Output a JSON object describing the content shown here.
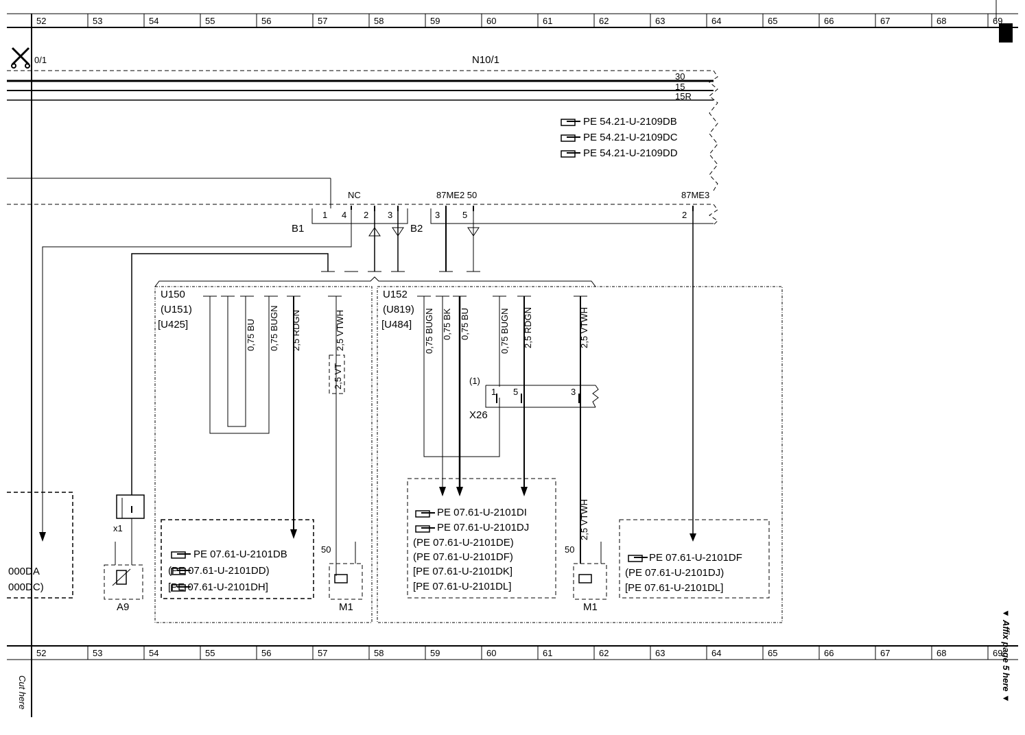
{
  "grid": {
    "numbers": [
      "52",
      "53",
      "54",
      "55",
      "56",
      "57",
      "58",
      "59",
      "60",
      "61",
      "62",
      "63",
      "64",
      "65",
      "66",
      "67",
      "68",
      "69"
    ]
  },
  "header": {
    "page_marker": "0/1",
    "module": "N10/1"
  },
  "power_lines": [
    "30",
    "15",
    "15R"
  ],
  "top_refs": [
    "PE 54.21-U-2109DB",
    "PE 54.21-U-2109DC",
    "PE 54.21-U-2109DD"
  ],
  "connectors": {
    "nc_label": "NC",
    "mid_label": "87ME2 50",
    "right_label": "87ME3",
    "b1": "B1",
    "b2": "B2",
    "b1_pins": [
      "1",
      "4",
      "2",
      "3"
    ],
    "b2_pins": [
      "3",
      "5"
    ],
    "right_pin": "2"
  },
  "left_group": {
    "labels": [
      "U150",
      "(U151)",
      "[U425]"
    ],
    "wires": [
      "0,75 BU",
      "0,75 BUGN",
      "2,5 RDGN",
      "2,5 VTWH"
    ],
    "fuse_label": "2,5 VT",
    "refs": [
      "PE 07.61-U-2101DB",
      "(PE 07.61-U-2101DD)",
      "[PE 07.61-U-2101DH]"
    ],
    "motor_pin": "50",
    "motor": "M1"
  },
  "right_group": {
    "labels": [
      "U152",
      "(U819)",
      "[U484]"
    ],
    "wires": [
      "0,75 BUGN",
      "0,75 BK",
      "0,75 BU",
      "0,75 BUGN",
      "2,5 RDGN",
      "2,5 VTWH"
    ],
    "connector_note": "(1)",
    "connector_pins": [
      "1",
      "5",
      "3"
    ],
    "connector": "X26",
    "mid_refs": [
      "PE 07.61-U-2101DI",
      "PE 07.61-U-2101DJ",
      "(PE 07.61-U-2101DE)",
      "(PE 07.61-U-2101DF)",
      "[PE 07.61-U-2101DK]",
      "[PE 07.61-U-2101DL]"
    ],
    "lower_wire": "2,5 VTWH",
    "motor_pin": "50",
    "motor": "M1",
    "far_refs": [
      "PE 07.61-U-2101DF",
      "(PE 07.61-U-2101DJ)",
      "[PE 07.61-U-2101DL]"
    ]
  },
  "left_edge": {
    "refs": [
      "000DA",
      "000DC)"
    ],
    "relay_label": "x1",
    "relay": "A9"
  },
  "footer": {
    "cut_here": "Cut here",
    "affix": "▼ Affix page 5 here ▼"
  }
}
